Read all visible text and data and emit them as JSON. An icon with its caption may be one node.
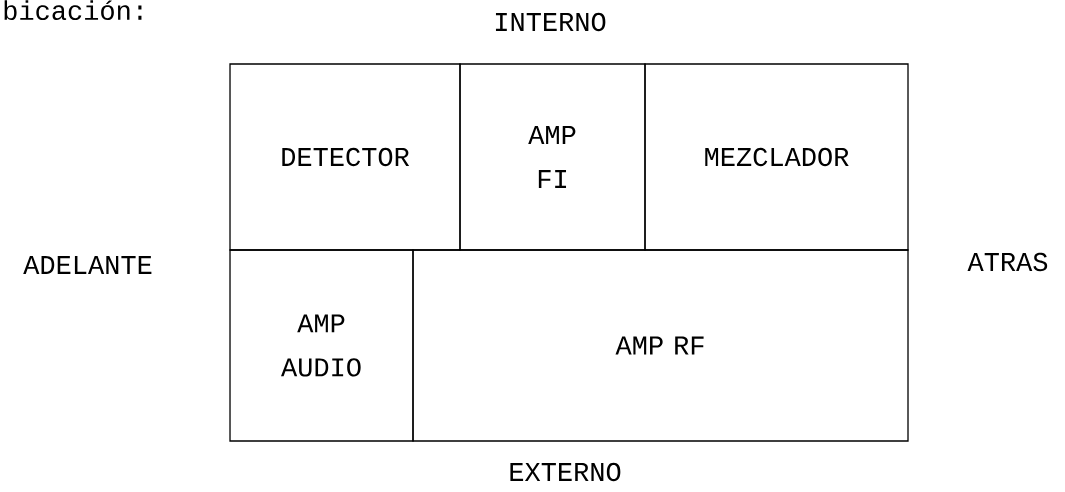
{
  "diagram": {
    "nodes": [
      {
        "text": [
          "DETECTOR"
        ]
      },
      {
        "text": [
          "AMP FI"
        ]
      },
      {
        "text": [
          "MEZCLADOR"
        ]
      },
      {
        "text": [
          "AMP AUDIO"
        ]
      },
      {
        "text": [
          "AMP RF"
        ]
      }
    ],
    "edges": [],
    "labels": [
      "bicación:",
      "INTERNO",
      "ADELANTE",
      "ATRAS",
      "EXTERNO"
    ]
  }
}
